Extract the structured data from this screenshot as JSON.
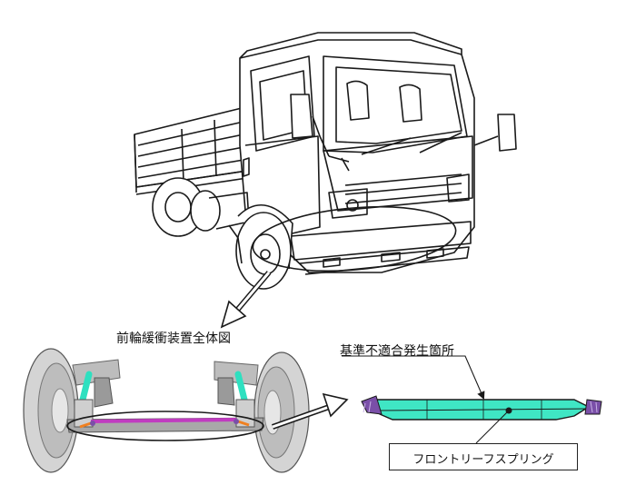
{
  "figure": {
    "assembly_title": "前輪緩衝装置全体図",
    "nonconformity_label": "基準不適合発生箇所",
    "spring_label": "フロントリーフスプリング"
  },
  "colors": {
    "line": "#1a1a1a",
    "spring_fill": "#3fe6c4",
    "spring_end": "#7a4fa8",
    "highlight": "#c03cc0",
    "shock": "#2ee0c0",
    "tire": "#cfcfcf"
  }
}
